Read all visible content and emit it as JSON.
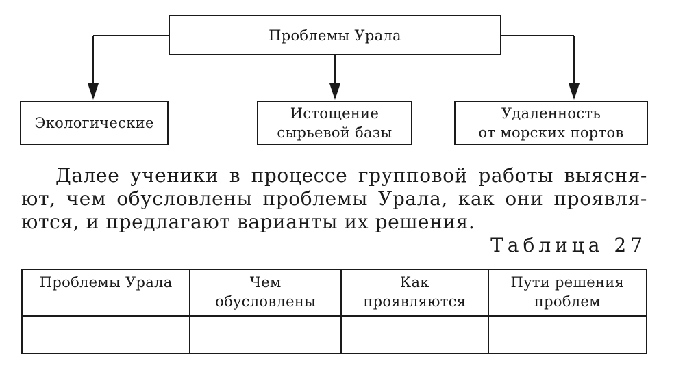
{
  "diagram": {
    "root": "Проблемы Урала",
    "children": [
      "Экологические",
      "Истощение\nсырьевой базы",
      "Удаленность\nот морских портов"
    ]
  },
  "paragraph": {
    "lines": [
      "Далее ученики в процессе групповой работы выясня-",
      "ют, чем обусловлены проблемы Урала, как они проявля-",
      "ются, и предлагают варианты их решения."
    ]
  },
  "table": {
    "caption": "Таблица 27",
    "headers": [
      "Проблемы Урала",
      "Чем\nобусловлены",
      "Как\nпроявляются",
      "Пути решения\nпроблем"
    ],
    "rows": [
      [
        "",
        "",
        "",
        ""
      ]
    ]
  }
}
